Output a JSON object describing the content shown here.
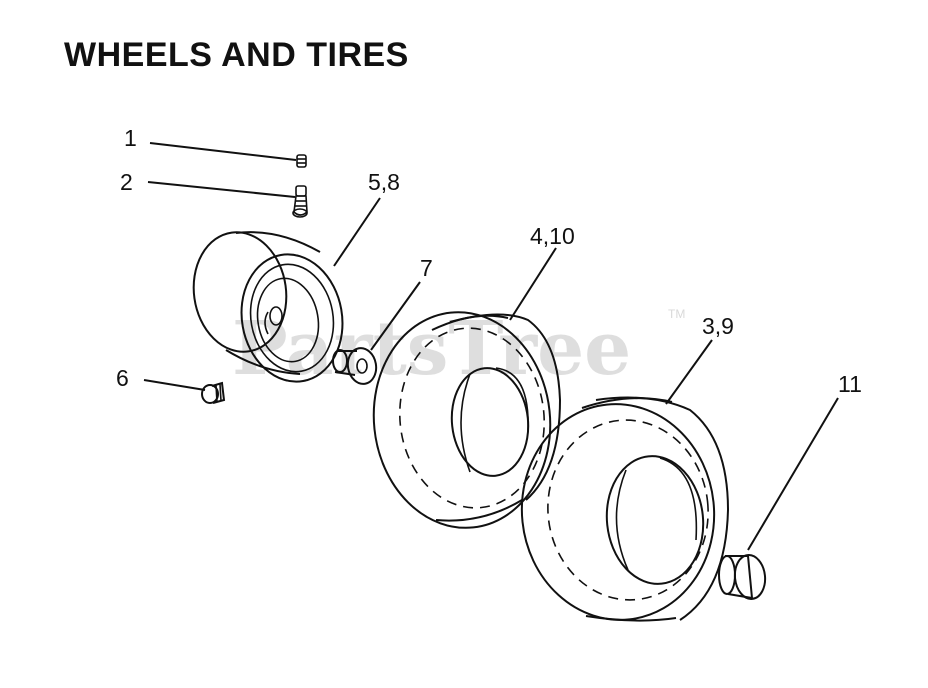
{
  "title": "WHEELS AND TIRES",
  "watermark": {
    "text": "PartsTree",
    "trademark": "TM"
  },
  "callouts": {
    "c1": "1",
    "c2": "2",
    "c58": "5,8",
    "c7": "7",
    "c410": "4,10",
    "c39": "3,9",
    "c6": "6",
    "c11": "11"
  },
  "colors": {
    "ink": "#111111",
    "watermark": "#d9d9d9",
    "background": "#ffffff"
  }
}
